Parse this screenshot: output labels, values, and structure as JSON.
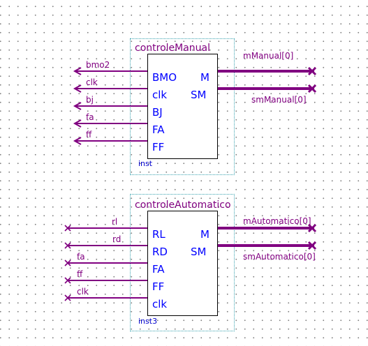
{
  "colors": {
    "wire": "#800080",
    "port_text": "#0000ff",
    "instance_text": "#0000cc",
    "block_outline": "#3aa3b0"
  },
  "blocks": [
    {
      "title": "controleManual",
      "instance": "inst",
      "inputs": [
        "BMO",
        "clk",
        "BJ",
        "FA",
        "FF"
      ],
      "outputs": [
        "M",
        "SM"
      ],
      "input_signals": [
        "bmo2",
        "clk",
        "bj",
        "fa",
        "ff"
      ],
      "output_signals": [
        "mManual[0]",
        "smManual[0]"
      ],
      "input_marker": "arrow",
      "output_marker": "x"
    },
    {
      "title": "controleAutomatico",
      "instance": "inst3",
      "inputs": [
        "RL",
        "RD",
        "FA",
        "FF",
        "clk"
      ],
      "outputs": [
        "M",
        "SM"
      ],
      "input_signals": [
        "rl",
        "rd",
        "fa",
        "ff",
        "clk"
      ],
      "output_signals": [
        "mAutomatico[0]",
        "smAutomatico[0]"
      ],
      "input_marker": "x",
      "output_marker": "x"
    }
  ]
}
